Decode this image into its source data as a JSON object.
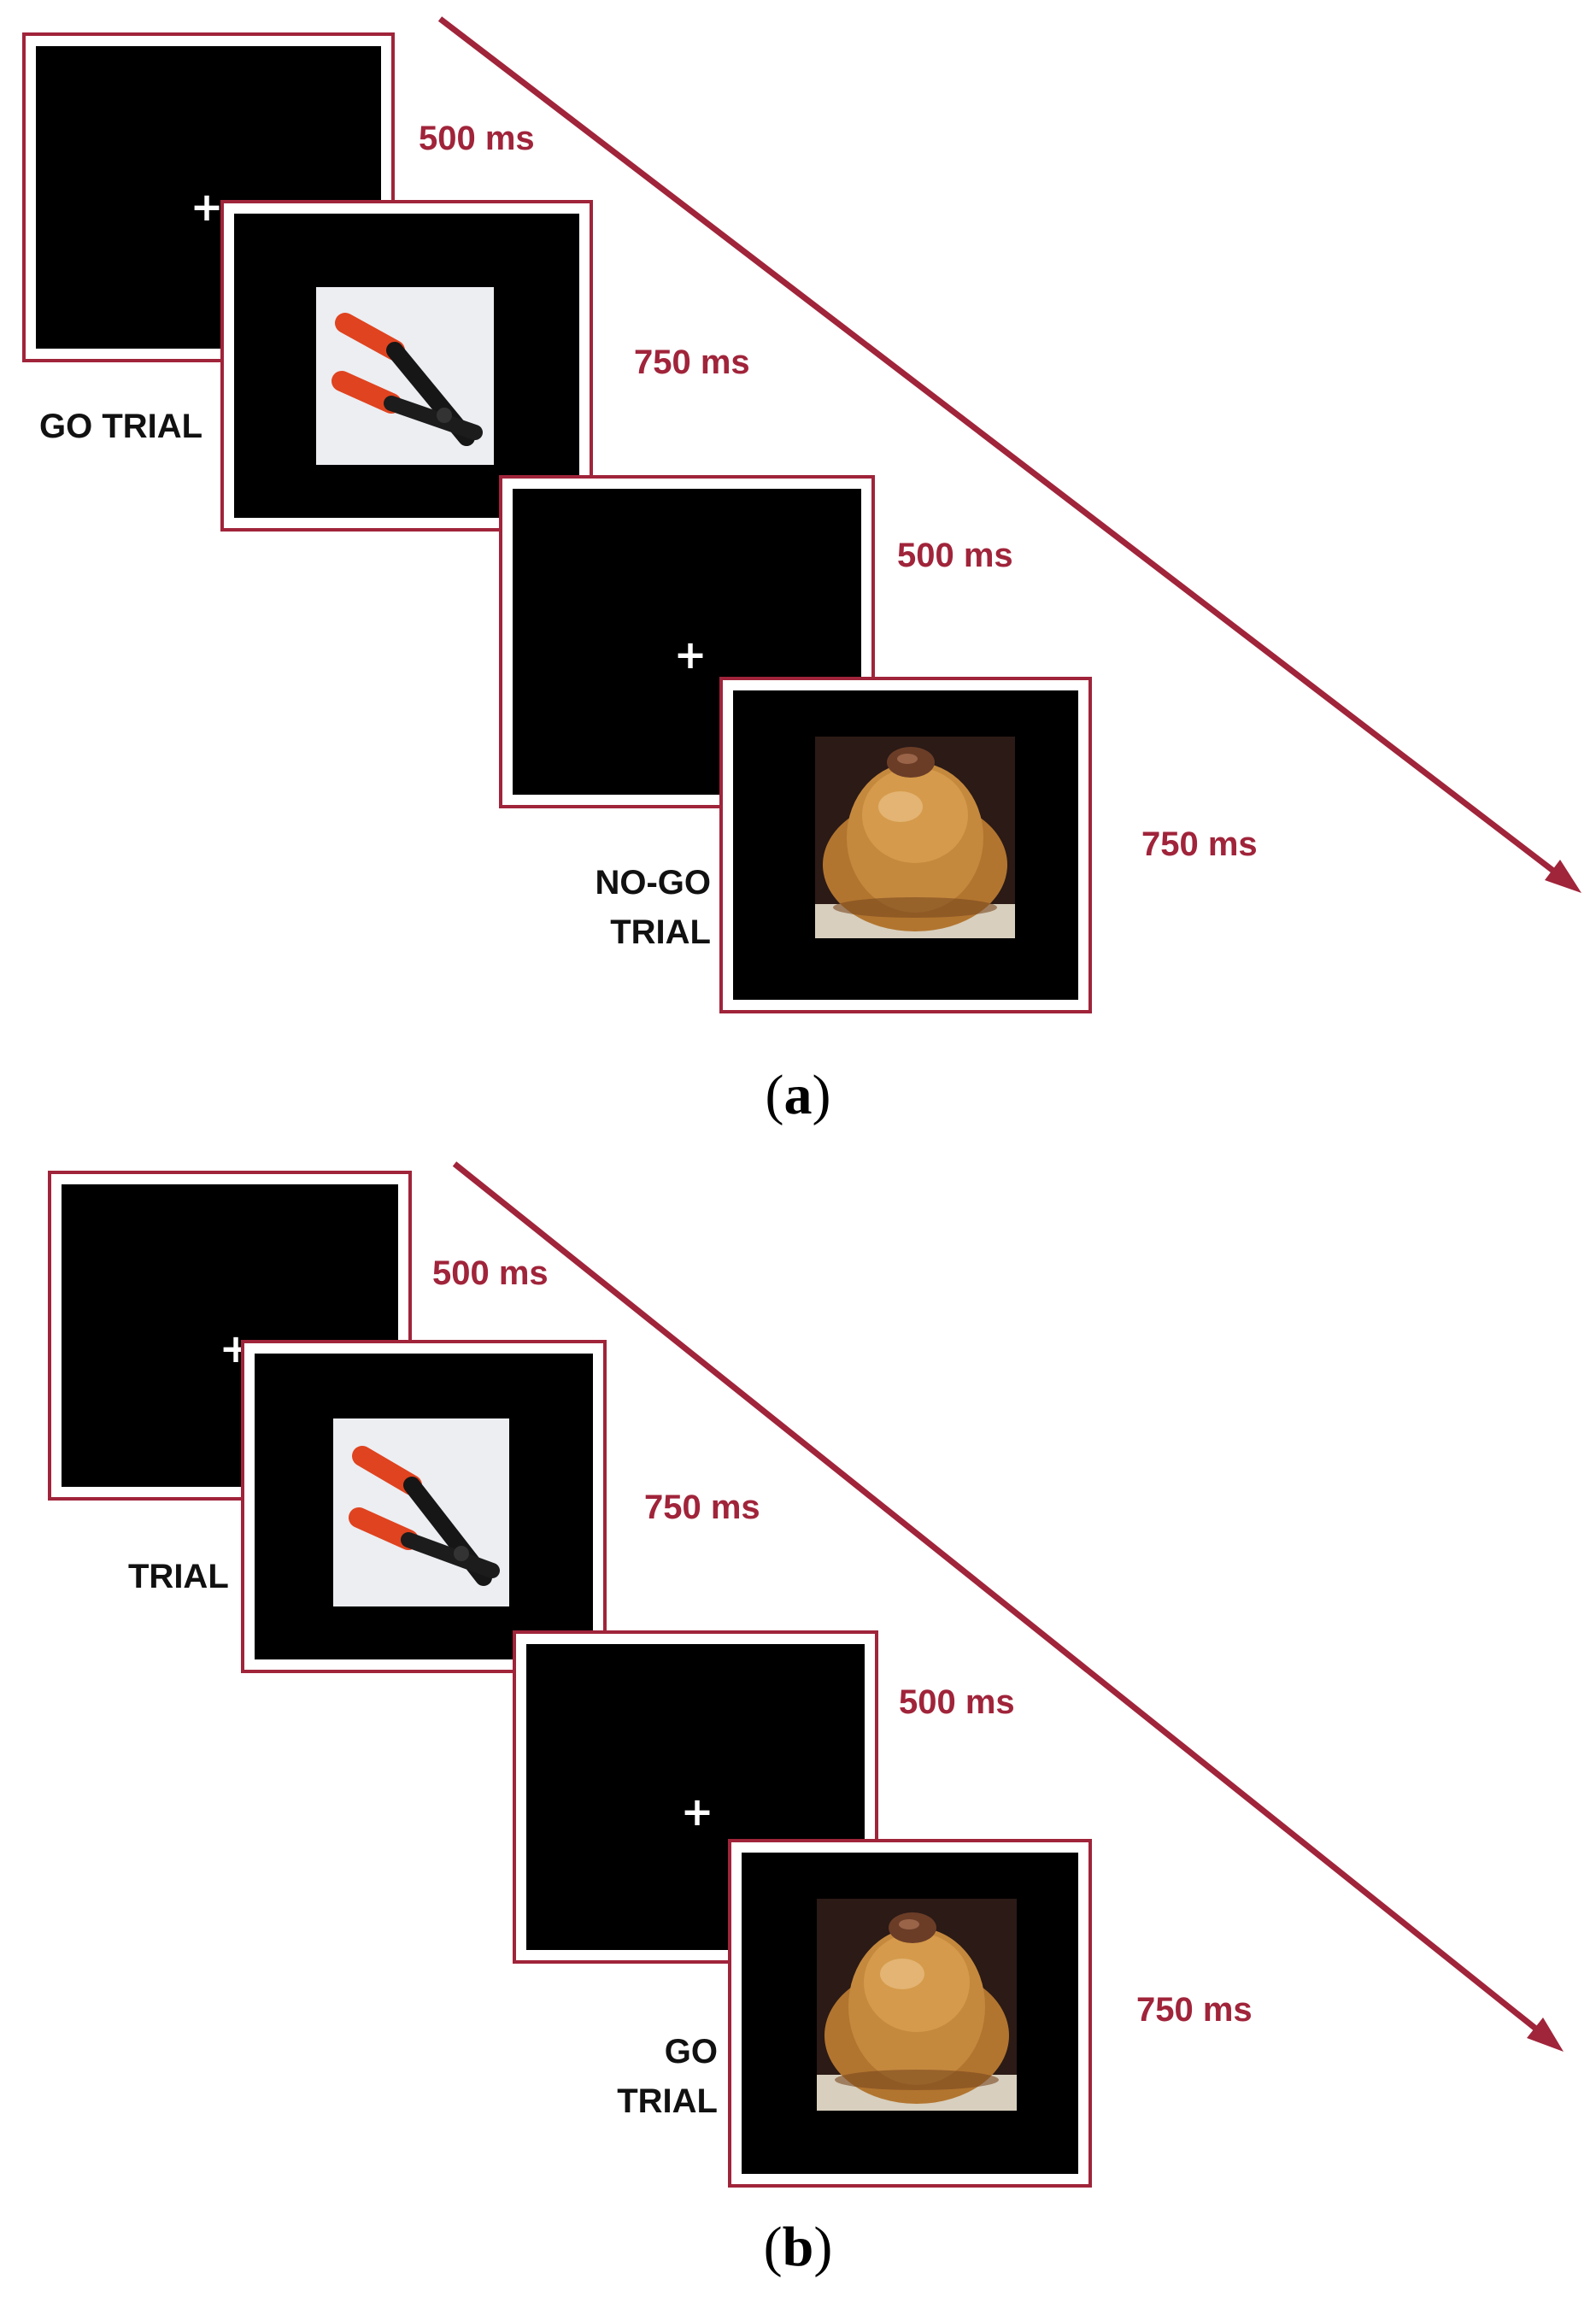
{
  "colors": {
    "frame": "#a0243a",
    "screen": "#000000",
    "arrow": "#a0243a",
    "duration_text": "#a0243a",
    "trial_text": "#111111"
  },
  "panel_a": {
    "label_open": "(",
    "label_letter": "a",
    "label_close": ")",
    "durations": [
      "500 ms",
      "750 ms",
      "500 ms",
      "750 ms"
    ],
    "fixation_symbol": "+",
    "trial_go": "GO TRIAL",
    "trial_nogo_line1": "NO-GO",
    "trial_nogo_line2": "TRIAL",
    "stimulus_1": "pliers",
    "stimulus_2": "pastry"
  },
  "panel_b": {
    "label_open": "(",
    "label_letter": "b",
    "label_close": ")",
    "durations": [
      "500 ms",
      "750 ms",
      "500 ms",
      "750 ms"
    ],
    "fixation_symbol": "+",
    "trial_first": "TRIAL",
    "trial_go_line1": "GO",
    "trial_go_line2": "TRIAL",
    "stimulus_1": "pliers",
    "stimulus_2": "pastry"
  }
}
